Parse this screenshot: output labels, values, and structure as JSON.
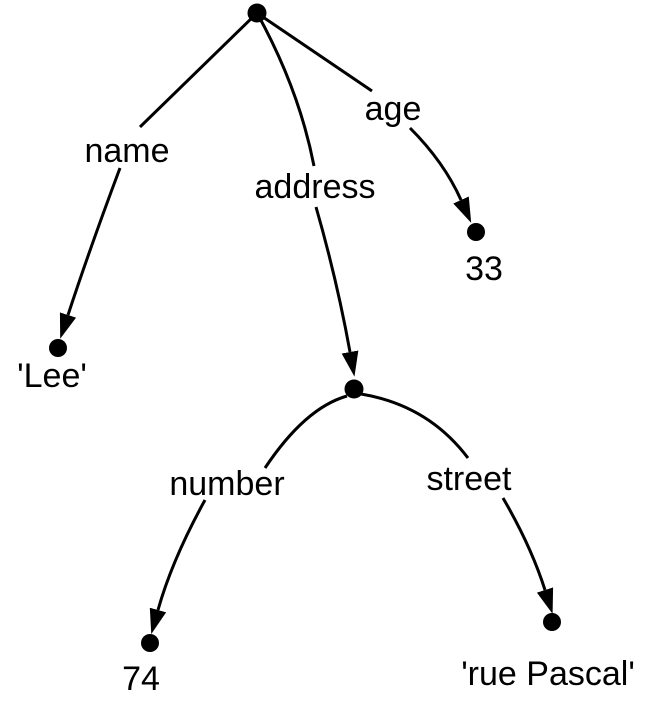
{
  "diagram": {
    "background_color": "#ffffff",
    "ink_color": "#000000",
    "root": {
      "children": [
        {
          "edge_label": "name",
          "value": "'Lee'"
        },
        {
          "edge_label": "address",
          "children": [
            {
              "edge_label": "number",
              "value": "74"
            },
            {
              "edge_label": "street",
              "value": "'rue Pascal'"
            }
          ]
        },
        {
          "edge_label": "age",
          "value": "33"
        }
      ]
    }
  }
}
